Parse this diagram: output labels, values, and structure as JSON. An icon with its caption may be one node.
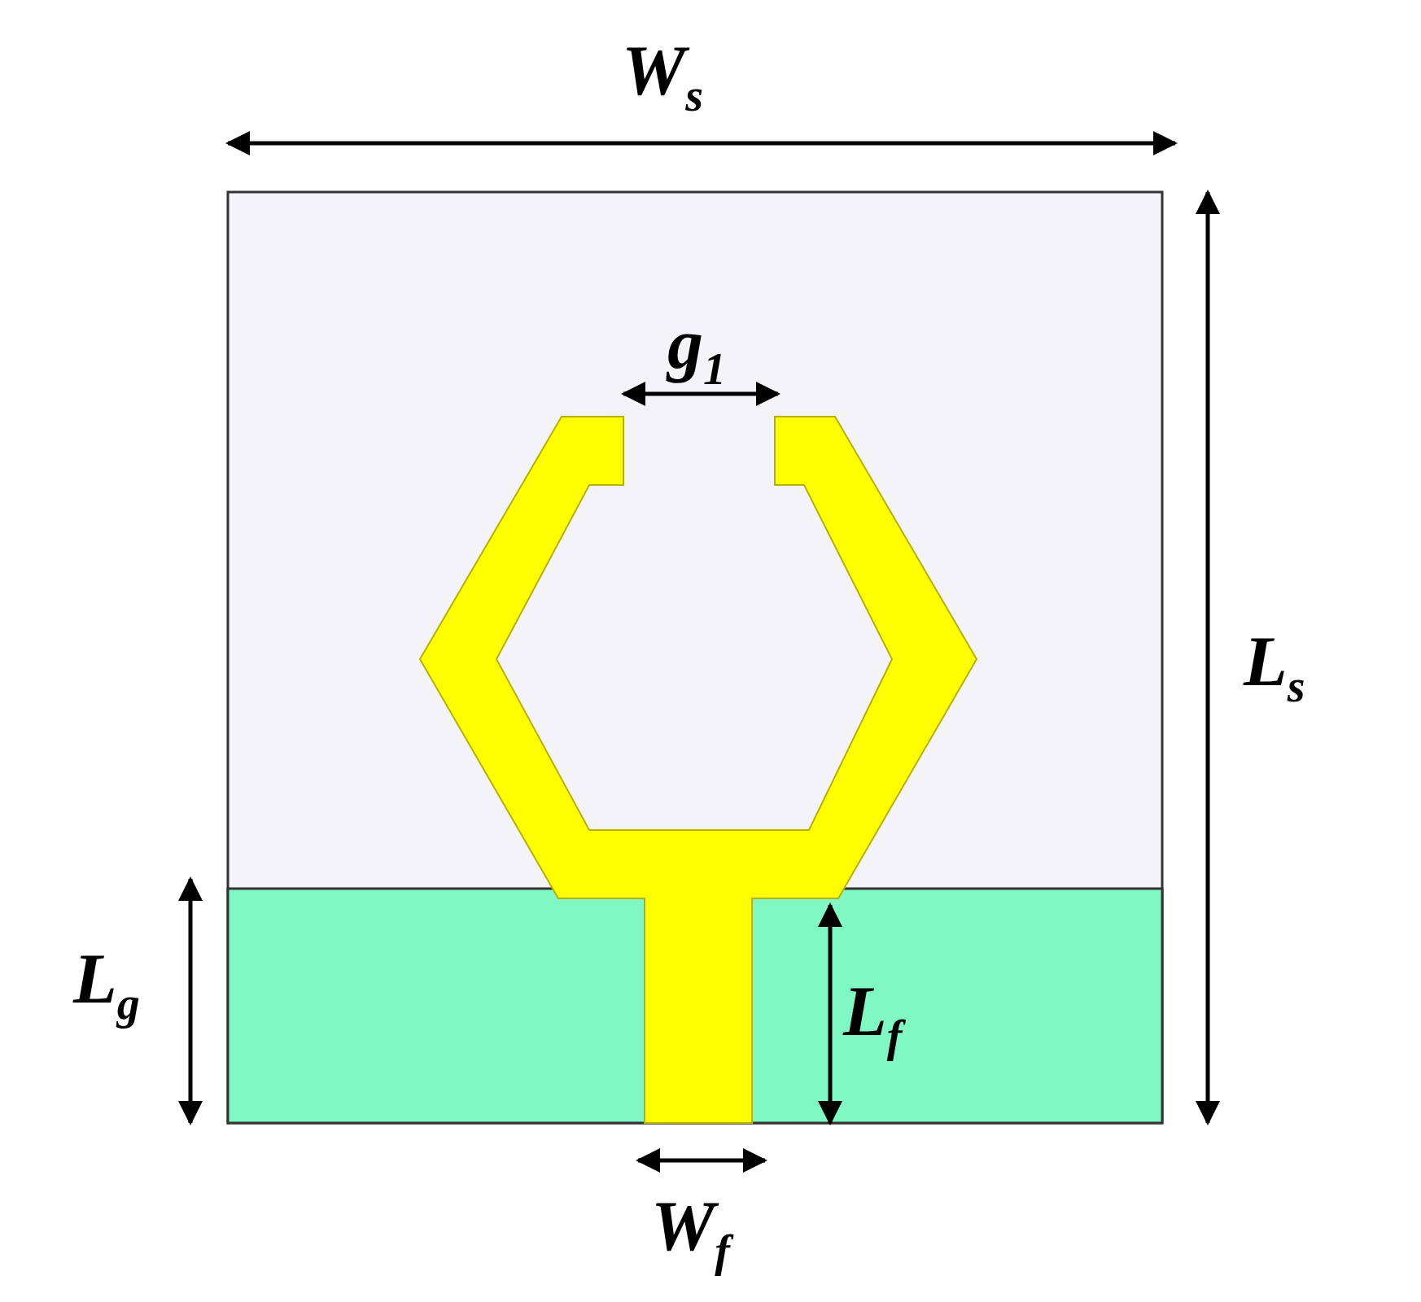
{
  "diagram": {
    "labels": [
      "W$_{s}$",
      "g$_{1}$",
      "L$_{s}$",
      "L$_{g}$",
      "L$_{f}$",
      "W$_{f}$"
    ]
  }
}
